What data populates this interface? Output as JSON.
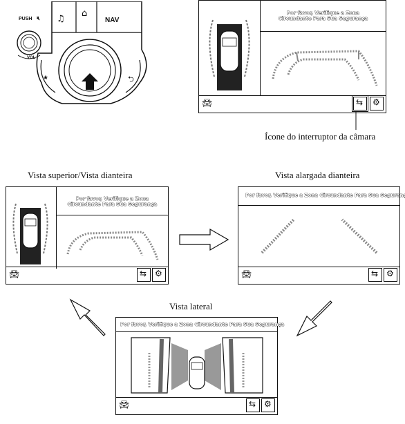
{
  "controller": {
    "push_label": "PUSH",
    "vol_label": "VOL",
    "nav_label": "NAV"
  },
  "warning_text": "Por favor, Verifique a Zona Circundante Para Sua Segurança",
  "captions": {
    "camera_switch_icon": "Ícone do interruptor da câmara",
    "top_front_view": "Vista superior/Vista dianteira",
    "wide_front_view": "Vista alargada dianteira",
    "side_view": "Vista lateral"
  },
  "icons": {
    "music": "music-icon",
    "home": "home-icon",
    "back": "back-icon",
    "favorite": "star-icon",
    "camera_switch": "camera-switch-icon",
    "settings": "gear-icon"
  }
}
